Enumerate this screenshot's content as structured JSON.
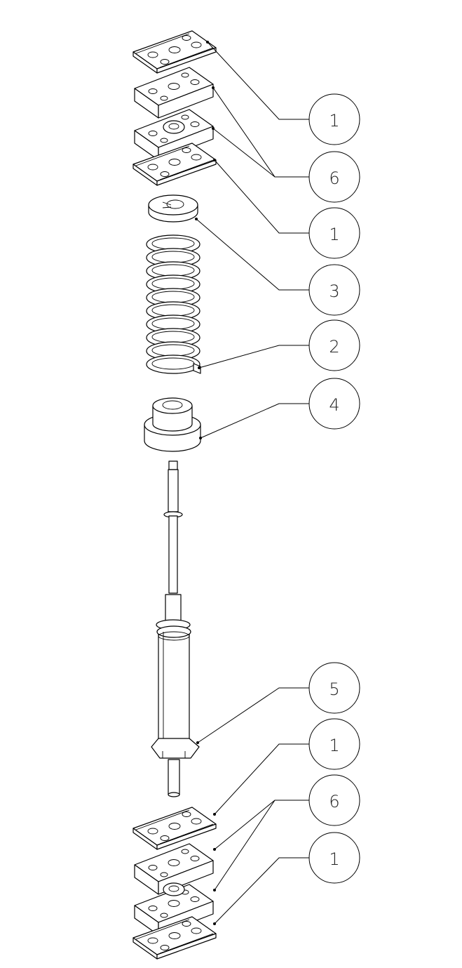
{
  "callouts": [
    {
      "number": "1"
    },
    {
      "number": "6"
    },
    {
      "number": "1"
    },
    {
      "number": "3"
    },
    {
      "number": "2"
    },
    {
      "number": "4"
    },
    {
      "number": "5"
    },
    {
      "number": "1"
    },
    {
      "number": "6"
    },
    {
      "number": "1"
    }
  ]
}
